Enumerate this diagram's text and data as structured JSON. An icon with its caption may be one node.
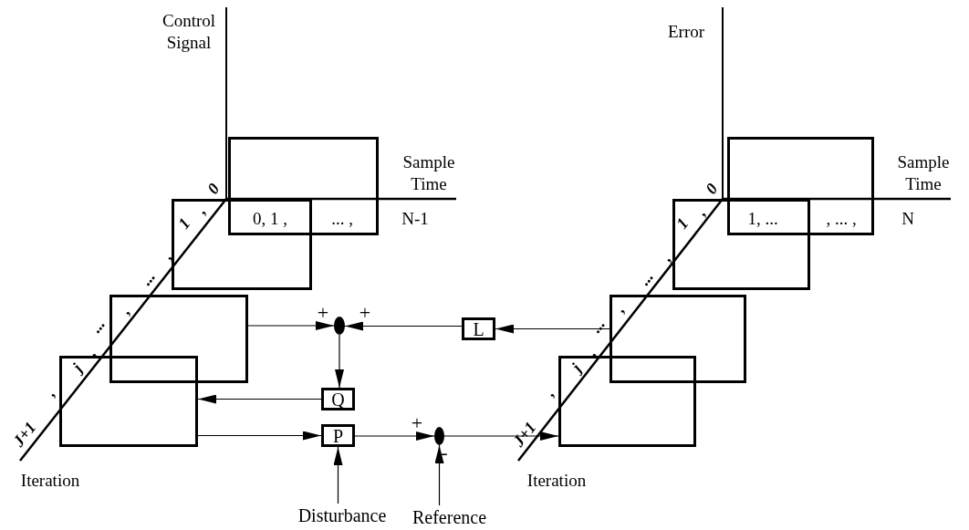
{
  "diagram": {
    "nodes": [
      {
        "text": [],
        "shape": "box"
      },
      {
        "text": [],
        "shape": "box"
      },
      {
        "text": [],
        "shape": "box"
      },
      {
        "text": [],
        "shape": "box"
      },
      {
        "text": [],
        "shape": "box"
      },
      {
        "text": [],
        "shape": "circle",
        "beside": [
          "+",
          "+"
        ]
      },
      {
        "text": [
          "L"
        ]
      },
      {
        "text": [],
        "shape": "box"
      },
      {
        "text": [],
        "shape": "box"
      },
      {
        "text": [
          "Q"
        ]
      },
      {
        "text": [],
        "shape": "box"
      },
      {
        "text": [
          "P"
        ]
      },
      {
        "text": [],
        "shape": "circle",
        "beside": [
          "+",
          "-"
        ]
      },
      {
        "text": [
          "Disturbance"
        ]
      },
      {
        "text": [
          "Reference"
        ]
      }
    ],
    "edges": [
      {
        "from": 4,
        "to": 5,
        "arrow": "to"
      },
      {
        "from": 6,
        "to": 5,
        "arrow": "to"
      },
      {
        "from": 7,
        "to": 6,
        "arrow": "to"
      },
      {
        "from": 5,
        "to": 9,
        "arrow": "to"
      },
      {
        "from": 9,
        "to": 8,
        "arrow": "to"
      },
      {
        "from": 8,
        "to": 11,
        "arrow": "to"
      },
      {
        "from": 11,
        "to": 12,
        "arrow": "to"
      },
      {
        "from": 12,
        "to": 10,
        "arrow": "to"
      },
      {
        "from": 13,
        "to": 11,
        "arrow": "to"
      },
      {
        "from": 14,
        "to": 12,
        "arrow": "to"
      }
    ],
    "labels": [
      "Control Signal",
      "Sample Time",
      "0, 1 ,",
      "... ,",
      "N-1",
      "0",
      ",",
      "1",
      ",",
      "...",
      ",",
      "...",
      ",",
      "j",
      ",",
      "J+1",
      "Iteration",
      "Error",
      "Sample Time",
      "1, ...",
      ", ... ,",
      "N",
      "0",
      ",",
      "1",
      ",",
      "...",
      ",",
      "...",
      ",",
      "j",
      ",",
      "J+1",
      "Iteration"
    ]
  }
}
